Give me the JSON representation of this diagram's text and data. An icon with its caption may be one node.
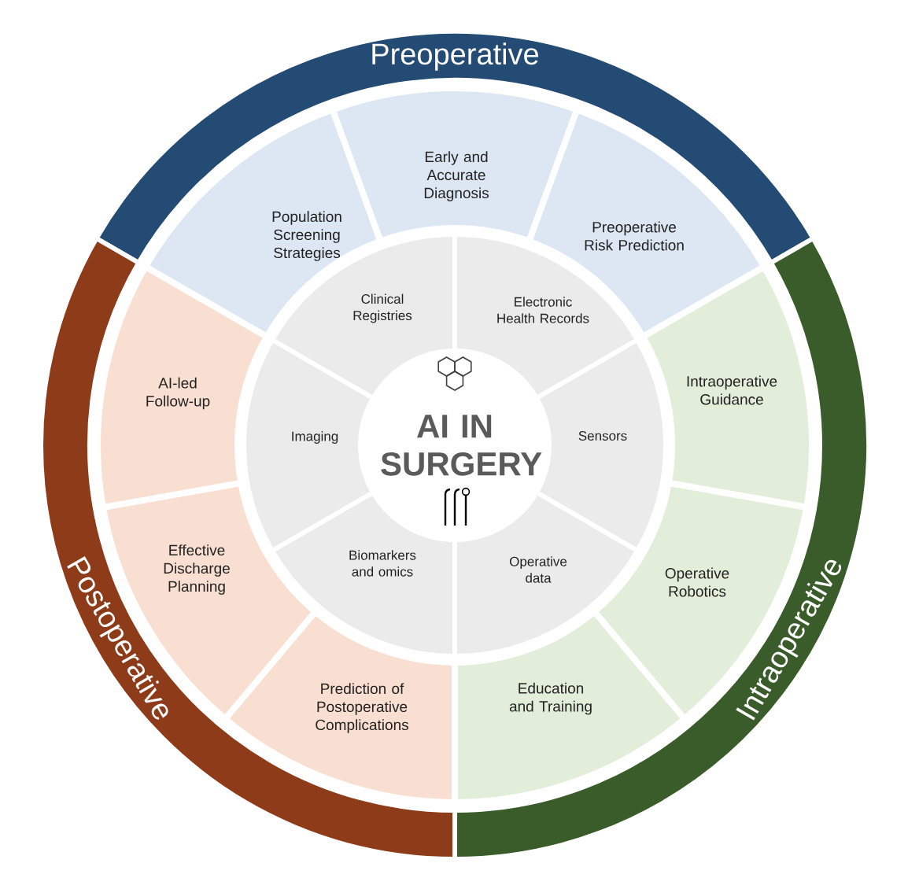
{
  "diagram": {
    "nodes": [
      {
        "text": [
          "Preoperative"
        ]
      },
      {
        "text": [
          "Population Screening Strategies"
        ]
      },
      {
        "text": [
          "Early and Accurate Diagnosis"
        ]
      },
      {
        "text": [
          "Preoperative Risk Prediction"
        ]
      },
      {
        "text": [
          "Intraoperative"
        ]
      },
      {
        "text": [
          "Intraoperative Guidance"
        ]
      },
      {
        "text": [
          "Operative Robotics"
        ]
      },
      {
        "text": [
          "Education and Training"
        ]
      },
      {
        "text": [
          "Postoperative"
        ]
      },
      {
        "text": [
          "Prediction of Postoperative Complications"
        ]
      },
      {
        "text": [
          "Effective Discharge Planning"
        ]
      },
      {
        "text": [
          "AI-led Follow-up"
        ]
      },
      {
        "text": [
          "Clinical Registries"
        ]
      },
      {
        "text": [
          "Electronic Health Records"
        ]
      },
      {
        "text": [
          "Sensors"
        ]
      },
      {
        "text": [
          "Operative data"
        ]
      },
      {
        "text": [
          "Biomarkers and omics"
        ]
      },
      {
        "text": [
          "Imaging"
        ]
      },
      {
        "text": [
          "AI IN SURGERY"
        ]
      }
    ]
  }
}
